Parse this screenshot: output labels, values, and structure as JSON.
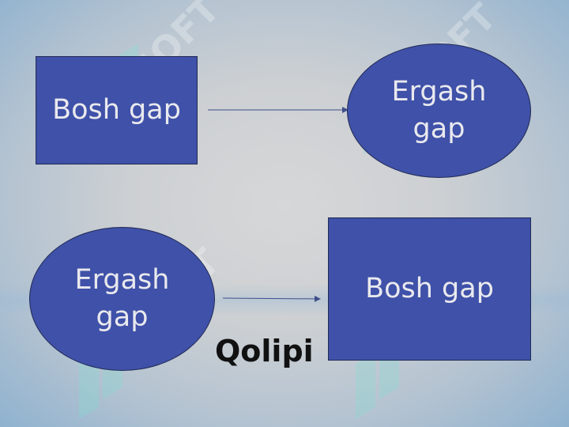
{
  "nodes": {
    "top_left_rect": "Bosh gap",
    "top_right_ellipse": "Ergash gap",
    "bottom_left_ellipse": "Ergash gap",
    "bottom_right_rect": "Bosh gap"
  },
  "caption": "Qolipi",
  "watermark": {
    "text": "SOFT",
    "color": "#7fe0d2"
  },
  "colors": {
    "node_fill": "#3f51a8",
    "node_text": "#e9e9ee",
    "arrow": "#3e4f8a"
  }
}
